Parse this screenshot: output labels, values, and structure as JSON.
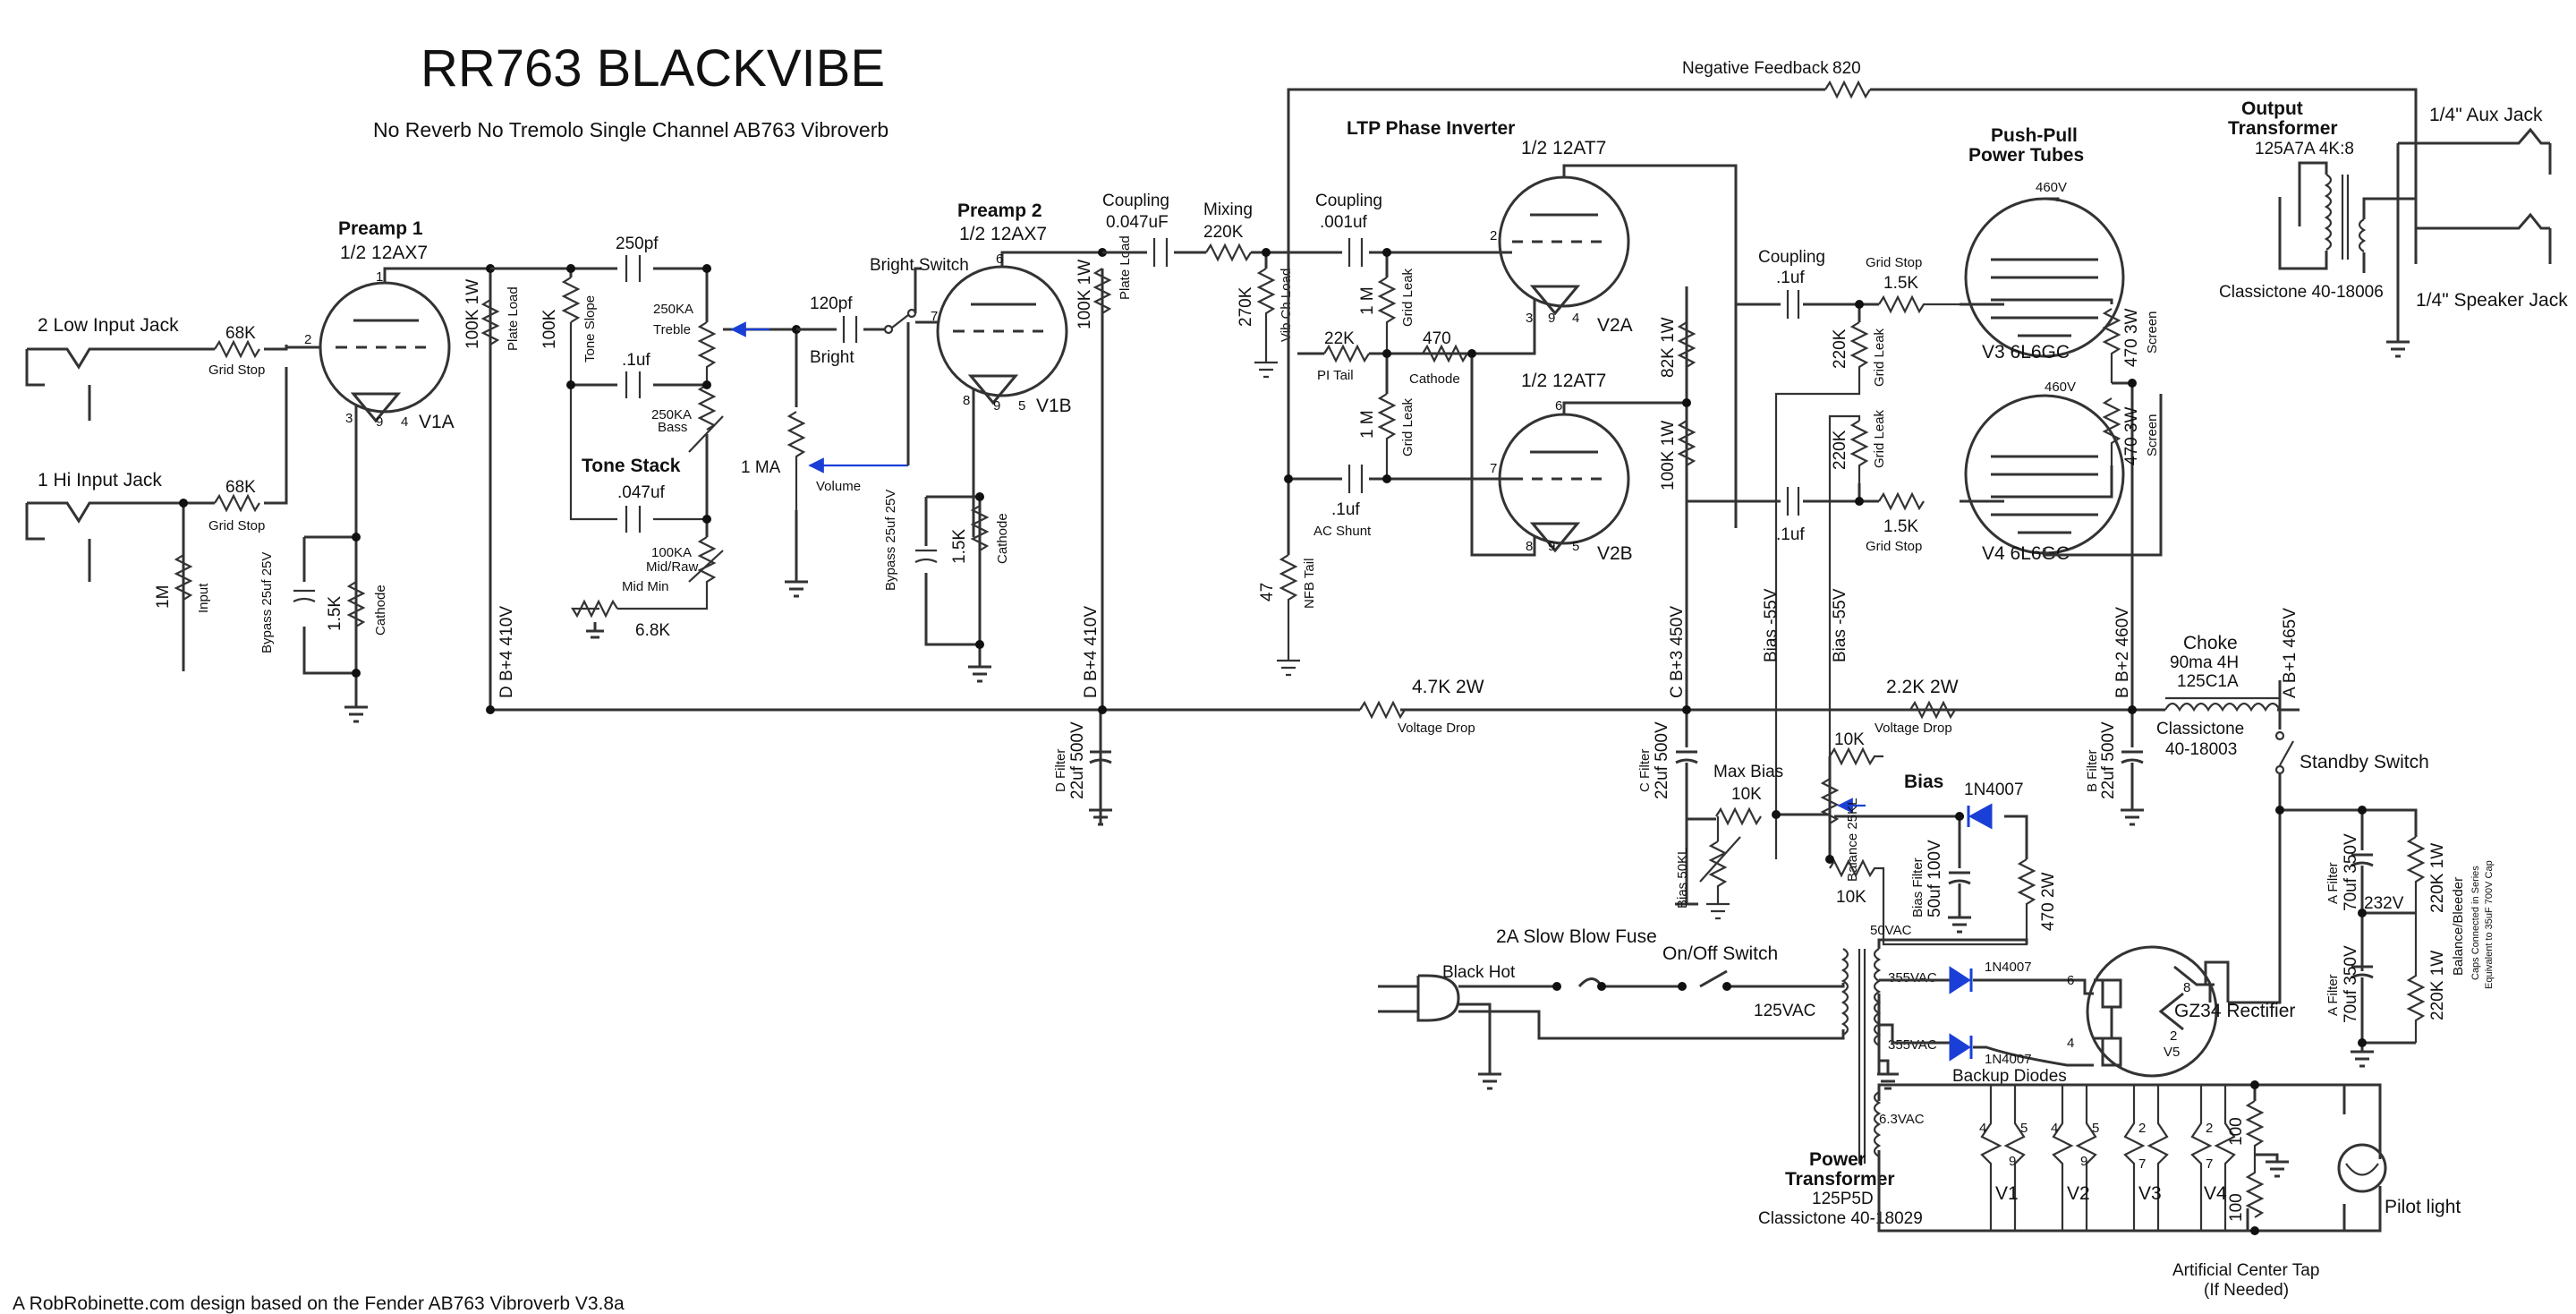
{
  "header": {
    "title": "RR763 BLACKVIBE",
    "subtitle": "No Reverb No Tremolo Single Channel AB763 Vibroverb",
    "footer": "A RobRobinette.com design based on the Fender AB763 Vibroverb  V3.8a"
  },
  "inputs": {
    "low": "2 Low Input Jack",
    "hi": "1 Hi Input Jack",
    "r1": "68K",
    "r1_note": "Grid Stop",
    "r2": "68K",
    "r2_note": "Grid Stop",
    "r_in": "1M",
    "r_in_note": "Input"
  },
  "preamp1": {
    "title": "Preamp 1",
    "tube": "1/2 12AX7",
    "id": "V1A",
    "pins": [
      "1",
      "2",
      "3",
      "9",
      "4"
    ],
    "plate_r": "100K 1W",
    "plate_r_note": "Plate Load",
    "cathode_r": "1.5K",
    "cathode_note": "Cathode",
    "bypass": "Bypass 25uf 25V"
  },
  "tonestack": {
    "title": "Tone Stack",
    "c_treble": "250pf",
    "slope_r": "100K",
    "slope_note": "Tone Slope",
    "treble": "250KA",
    "treble_note": "Treble",
    "c_bass": ".1uf",
    "bass": "250KA",
    "bass_note": "Bass",
    "c_mid": ".047uf",
    "mid": "100KA",
    "mid_note": "Mid/Raw",
    "mid_min": "Mid Min",
    "mid_r": "6.8K"
  },
  "volume": {
    "pot": "1 MA",
    "note": "Volume",
    "c_bright": "120pf",
    "bright": "Bright",
    "switch": "Bright Switch"
  },
  "preamp2": {
    "title": "Preamp 2",
    "tube": "1/2 12AX7",
    "id": "V1B",
    "pins": [
      "6",
      "7",
      "8",
      "9",
      "5"
    ],
    "plate_r": "100K 1W",
    "plate_r_note": "Plate Load",
    "cathode_r": "1.5K",
    "cathode_note": "Cathode",
    "bypass": "Bypass 25uf 25V"
  },
  "coupling": {
    "c1_label": "Coupling",
    "c1": "0.047uF",
    "mix_label": "Mixing",
    "mix": "220K",
    "vib_r": "270K",
    "vib_note": "Vib Ch Load",
    "c2_label": "Coupling",
    "c2": ".001uf"
  },
  "pi": {
    "title": "LTP Phase Inverter",
    "tube_a": "1/2 12AT7",
    "id_a": "V2A",
    "tube_b": "1/2 12AT7",
    "id_b": "V2B",
    "pins_a": [
      "2",
      "3",
      "9",
      "4"
    ],
    "pins_b": [
      "6",
      "7",
      "8",
      "9",
      "5"
    ],
    "gl1": "1 M",
    "gl1_note": "Grid Leak",
    "gl2": "1 M",
    "gl2_note": "Grid Leak",
    "tail": "22K",
    "tail_note": "PI Tail",
    "cath": "470",
    "cath_note": "Cathode",
    "shunt": ".1uf",
    "shunt_note": "AC Shunt",
    "nfb_r": "47",
    "nfb_note": "NFB Tail",
    "plate_a": "82K 1W",
    "plate_b": "100K 1W"
  },
  "power": {
    "title": "Push-Pull\nPower Tubes",
    "id3": "V3 6L6GC",
    "id4": "V4 6L6GC",
    "v460a": "460V",
    "v460b": "460V",
    "coupling_label": "Coupling",
    "coupling": ".1uf",
    "coupling2": ".1uf",
    "gs1": "1.5K",
    "gs1_note": "Grid Stop",
    "gs2": "1.5K",
    "gs2_note": "Grid Stop",
    "gl1": "220K",
    "gl1_note": "Grid Leak",
    "gl2": "220K",
    "gl2_note": "Grid Leak",
    "scr1": "470 3W",
    "scr1_note": "Screen",
    "scr2": "470 3W",
    "scr2_note": "Screen"
  },
  "feedback": {
    "label": "Negative Feedback",
    "value": "820"
  },
  "output": {
    "title": "Output\nTransformer",
    "model": "125A7A 4K:8",
    "part": "Classictone 40-18006",
    "aux": "1/4\" Aux Jack",
    "speaker": "1/4\" Speaker Jack"
  },
  "supply": {
    "nodeA": "A  B+1 465V",
    "nodeB": "B  B+2 460V",
    "nodeC": "C  B+3 450V",
    "nodeD1": "D  B+4 410V",
    "nodeD2": "D  B+4 410V",
    "bias1": "Bias -55V",
    "bias2": "Bias -55V",
    "choke_title": "Choke",
    "choke": "90ma 4H",
    "choke_model": "125C1A",
    "choke_part": "Classictone\n40-18003",
    "vd1": "4.7K 2W",
    "vd1_note": "Voltage Drop",
    "vd2": "2.2K 2W",
    "vd2_note": "Voltage Drop",
    "d_filter": "D Filter\n22uf 500V",
    "c_filter": "C Filter\n22uf 500V",
    "b_filter": "B Filter\n22uf 500V",
    "standby": "Standby Switch",
    "a_filter1": "A Filter\n70uf 350V",
    "a_filter2": "A Filter\n70uf 350V",
    "bleed1": "220K 1W",
    "bleed2": "220K 1W",
    "bleed_note": "Balance/Bleeder",
    "caps_note": "Caps Connected in Series\nEquivalent to 35uF 700V Cap",
    "mid": "232V"
  },
  "bias": {
    "title": "Bias",
    "diode": "1N4007",
    "r_top": "10K",
    "r_bot": "10K",
    "balance": "Balance 25KL",
    "maxbias": "Max Bias",
    "maxbias_r": "10K",
    "bias_pot": "Bias 50KL",
    "filter": "Bias Filter\n50uf 100V",
    "r470": "470 2W"
  },
  "mains": {
    "fuse": "2A Slow Blow Fuse",
    "switch": "On/Off Switch",
    "hot": "Black Hot",
    "v125": "125VAC"
  },
  "ptrans": {
    "title": "Power\nTransformer",
    "model": "125P5D",
    "part": "Classictone 40-18029",
    "v50": "50VAC",
    "v355a": "355VAC",
    "v355b": "355VAC",
    "v63": "6.3VAC",
    "d1": "1N4007",
    "d2": "1N4007",
    "backup": "Backup Diodes",
    "rect": "GZ34 Rectifier",
    "rect_id": "V5",
    "rect_pins": [
      "6",
      "8",
      "4",
      "2"
    ]
  },
  "heaters": {
    "tubes": [
      "V1",
      "V2",
      "V3",
      "V4"
    ],
    "pins": [
      [
        "4",
        "5",
        "9"
      ],
      [
        "4",
        "5",
        "9"
      ],
      [
        "2",
        "7"
      ],
      [
        "2",
        "7"
      ]
    ],
    "r1": "100",
    "r2": "100",
    "pilot": "Pilot light",
    "act": "Artificial Center Tap\n(If Needed)"
  }
}
